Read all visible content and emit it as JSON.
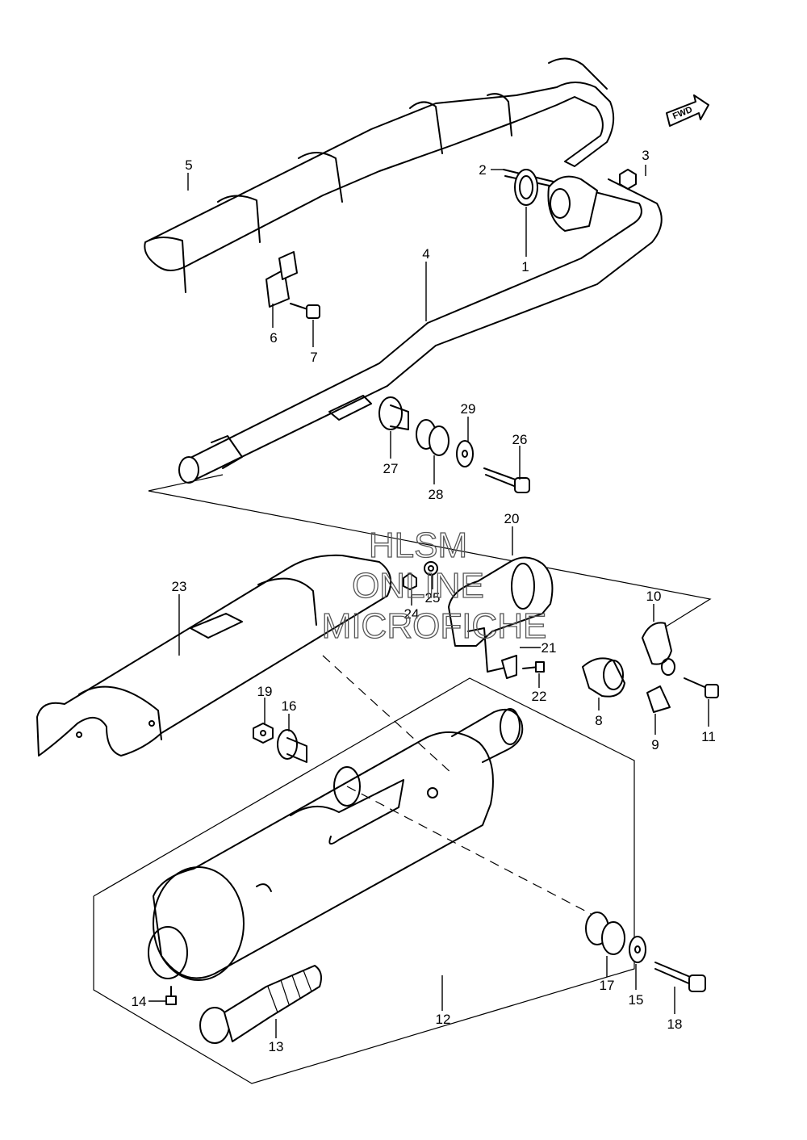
{
  "fwd_label": "FWD",
  "watermark": {
    "line1": "HLSM",
    "line2": "ONLINE",
    "line3": "MICROFICHE"
  },
  "callouts": [
    "1",
    "2",
    "3",
    "4",
    "5",
    "6",
    "7",
    "8",
    "9",
    "10",
    "11",
    "12",
    "13",
    "14",
    "15",
    "16",
    "17",
    "18",
    "19",
    "20",
    "21",
    "22",
    "23",
    "24",
    "25",
    "26",
    "27",
    "28",
    "29"
  ]
}
